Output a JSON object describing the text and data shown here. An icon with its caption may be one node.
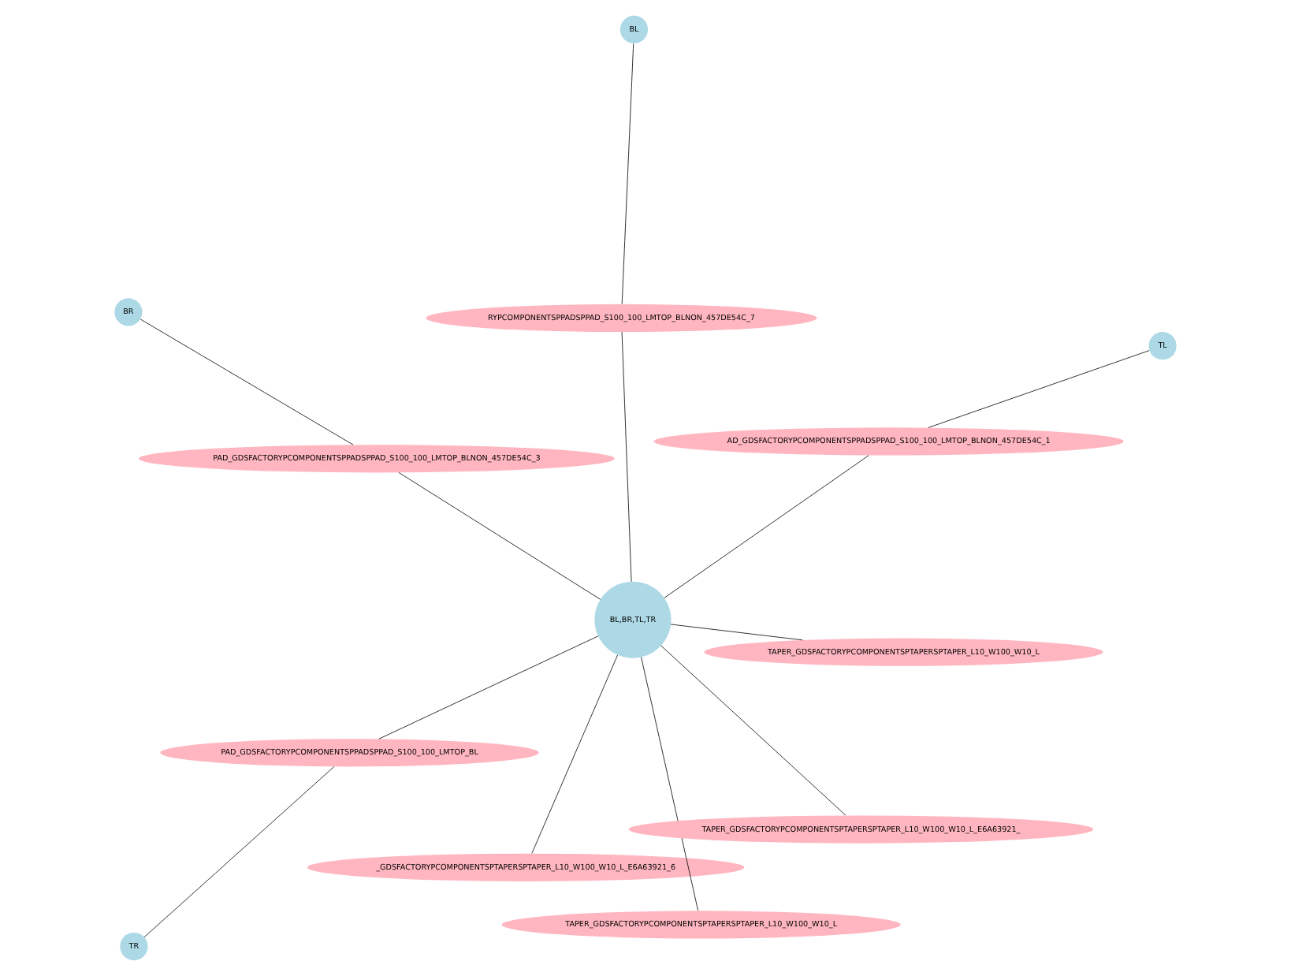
{
  "diagram": {
    "nodes": [
      {
        "text": [
          "BR"
        ]
      },
      {
        "text": [
          "PAD_GDSFACTORYPCOMPONENTSPPADSPPAD_S100_100_LMTOP_BLNON_457DE54C_3"
        ]
      },
      {
        "text": [
          "TR"
        ]
      },
      {
        "text": [
          "PAD_GDSFACTORYPCOMPONENTSPPADSPPAD_S100_100_LMTOP_BL"
        ]
      },
      {
        "text": [
          "BL"
        ]
      },
      {
        "text": [
          "RYPCOMPONENTSPPADSPPAD_S100_100_LMTOP_BLNON_457DE54C_7"
        ]
      },
      {
        "text": [
          "BL,BR,TL,TR"
        ]
      },
      {
        "text": [
          "TAPER_GDSFACTORYPCOMPONENTSPTAPERSPTAPER_L10_W100_W10_L"
        ]
      },
      {
        "text": [
          "_GDSFACTORYPCOMPONENTSPTAPERSPTAPER_L10_W100_W10_L_E6A63921_6"
        ]
      },
      {
        "text": [
          "TAPER_GDSFACTORYPCOMPONENTSPTAPERSPTAPER_L10_W100_W10_L"
        ]
      },
      {
        "text": [
          "TAPER_GDSFACTORYPCOMPONENTSPTAPERSPTAPER_L10_W100_W10_L_E6A63921_"
        ]
      },
      {
        "text": [
          "AD_GDSFACTORYPCOMPONENTSPPADSPPAD_S100_100_LMTOP_BLNON_457DE54C_1"
        ]
      },
      {
        "text": [
          "TL"
        ]
      }
    ],
    "edges": [
      {
        "from": 0,
        "to": 1,
        "arrow": "none"
      },
      {
        "from": 1,
        "to": 6,
        "arrow": "none"
      },
      {
        "from": 2,
        "to": 3,
        "arrow": "none"
      },
      {
        "from": 3,
        "to": 6,
        "arrow": "none"
      },
      {
        "from": 4,
        "to": 5,
        "arrow": "none"
      },
      {
        "from": 5,
        "to": 6,
        "arrow": "none"
      },
      {
        "from": 6,
        "to": 7,
        "arrow": "none"
      },
      {
        "from": 6,
        "to": 8,
        "arrow": "none"
      },
      {
        "from": 6,
        "to": 9,
        "arrow": "none"
      },
      {
        "from": 6,
        "to": 10,
        "arrow": "none"
      },
      {
        "from": 6,
        "to": 11,
        "arrow": "none"
      },
      {
        "from": 11,
        "to": 12,
        "arrow": "none"
      }
    ]
  }
}
